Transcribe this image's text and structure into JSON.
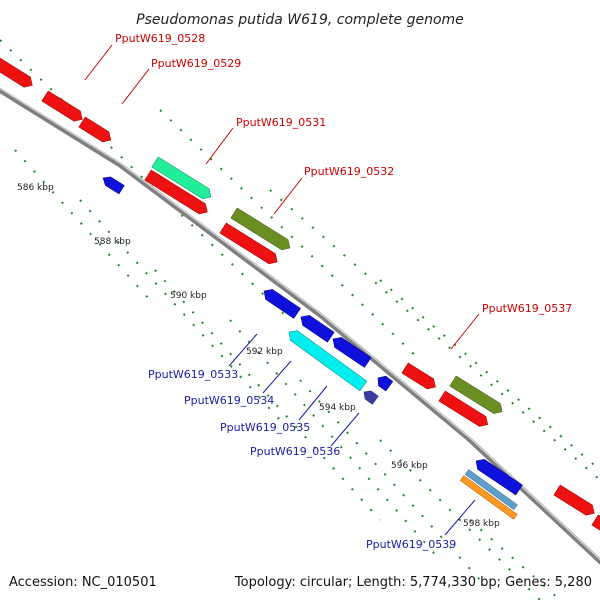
{
  "title": "Pseudomonas putida W619, complete genome",
  "footer": {
    "accession": "Accession: NC_010501",
    "topology": "Topology: circular; Length: 5,774,330 bp; Genes: 5,280"
  },
  "ticks": [
    "586 kbp",
    "588 kbp",
    "590 kbp",
    "592 kbp",
    "594 kbp",
    "596 kbp",
    "598 kbp"
  ],
  "gene_labels": {
    "forward": [
      "PputW619_0528",
      "PputW619_0529",
      "PputW619_0531",
      "PputW619_0532",
      "PputW619_0537"
    ],
    "reverse": [
      "PputW619_0533",
      "PputW619_0534",
      "PputW619_0535",
      "PputW619_0536",
      "PputW619_0539"
    ]
  },
  "colors": {
    "forward_label": "#cc0000",
    "reverse_label": "#1a1aaa",
    "cds_red": "#ee1111",
    "cds_blue": "#1010dd",
    "cds_spring": "#22ee99",
    "cds_olive": "#6b8e23",
    "cds_cyan": "#00eeee",
    "cds_slate": "#3a3aa0",
    "cds_orange": "#ff9922",
    "cds_steel": "#5f9ec8",
    "backbone": "#888888",
    "dots": "#228822"
  }
}
